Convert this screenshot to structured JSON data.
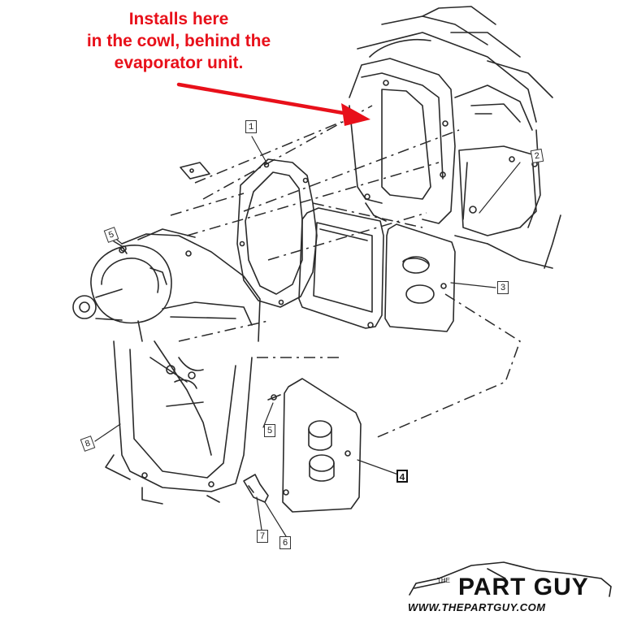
{
  "annotation": {
    "lines": [
      "Installs here",
      "in the cowl, behind the",
      "evaporator unit."
    ],
    "color": "#e8101a"
  },
  "callouts": {
    "c1": "1",
    "c2": "2",
    "c3": "3",
    "c4": "4",
    "c5a": "5",
    "c5b": "5",
    "c6": "6",
    "c7": "7",
    "c8": "8"
  },
  "logo": {
    "the": "THE",
    "name": "PART GUY",
    "url": "WWW.THEPARTGUY.COM"
  }
}
